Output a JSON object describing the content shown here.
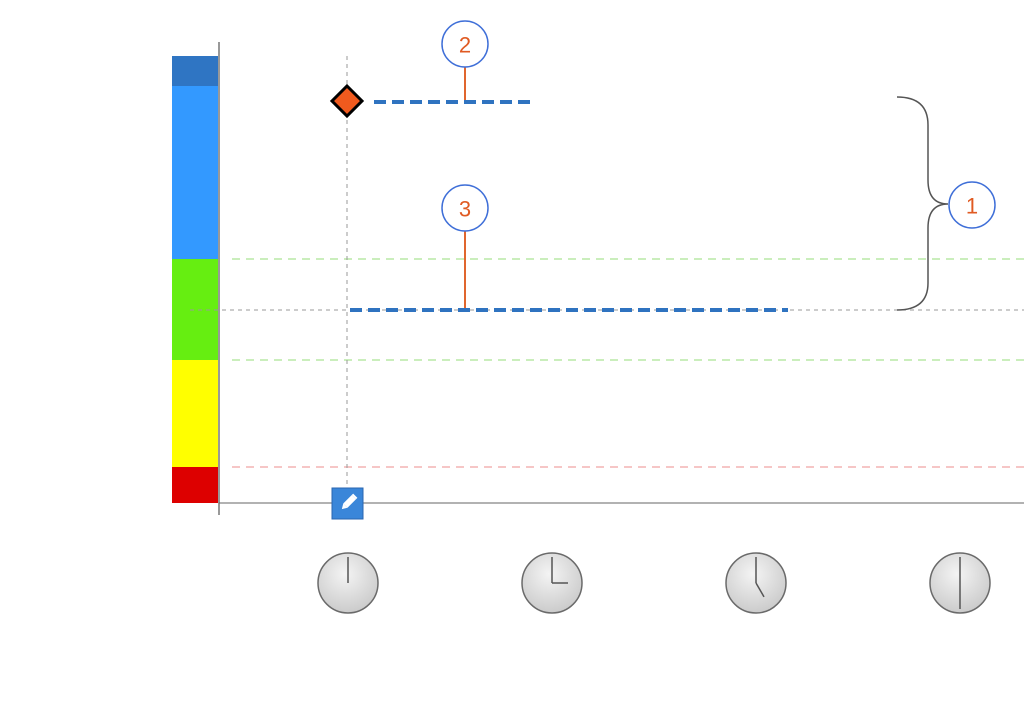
{
  "colors": {
    "band_top": "#2f75c3",
    "band_blue": "#3399ff",
    "band_green": "#66ee11",
    "band_yellow": "#ffff00",
    "band_red": "#dd0000",
    "dashed_series": "#2f73c0",
    "guide_green": "#b9e9a6",
    "guide_red": "#f3b4b4",
    "guide_gray": "#9a9a9a",
    "marker_fill": "#f05a1e",
    "callout_text": "#e05a22",
    "callout_border": "#3f6fd8",
    "leader_line": "#e0662e"
  },
  "icons": {
    "diamond_marker": "diamond-marker-icon",
    "pen_marker": "pen-icon",
    "clock": "clock-icon"
  },
  "callouts": [
    {
      "id": "1",
      "label": "1"
    },
    {
      "id": "2",
      "label": "2"
    },
    {
      "id": "3",
      "label": "3"
    }
  ],
  "clocks": [
    {
      "name": "clock-12",
      "hour_hand_deg": 0
    },
    {
      "name": "clock-3",
      "hour_hand_deg": 90
    },
    {
      "name": "clock-5",
      "hour_hand_deg": 150
    },
    {
      "name": "clock-6",
      "hour_hand_deg": 180
    }
  ]
}
